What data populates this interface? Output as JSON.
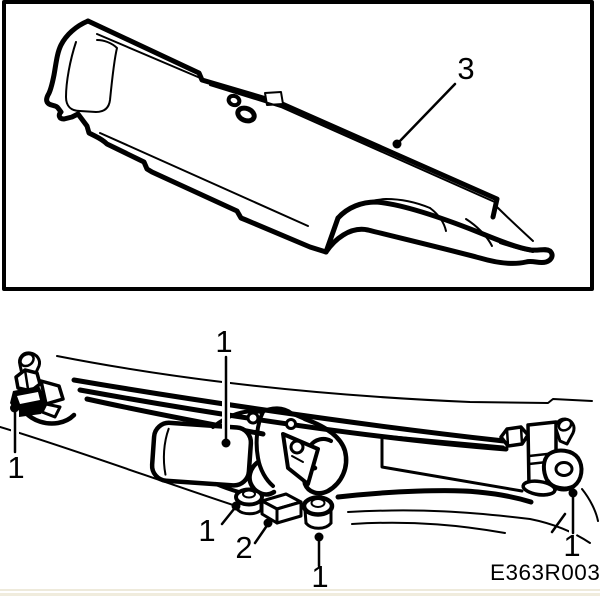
{
  "colors": {
    "ink": "#000000",
    "paper": "#ffffff",
    "footer_band": "#f0ecdd",
    "footer_band_light": "#eeeadb"
  },
  "top_figure": {
    "callouts": [
      {
        "id": "cowl-panel",
        "label": "3"
      }
    ]
  },
  "bottom_figure": {
    "callouts": [
      {
        "id": "wiper-motor",
        "label": "1"
      },
      {
        "id": "left-pivot",
        "label": "1"
      },
      {
        "id": "left-mount-bolt",
        "label": "1"
      },
      {
        "id": "bracket",
        "label": "2"
      },
      {
        "id": "center-mount-bolt",
        "label": "1"
      },
      {
        "id": "right-pivot",
        "label": "1"
      }
    ],
    "figure_code": "E363R003"
  }
}
